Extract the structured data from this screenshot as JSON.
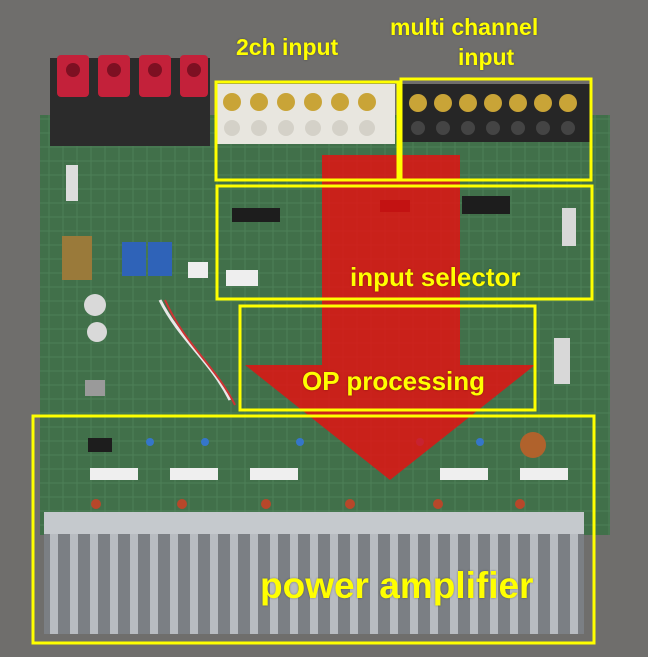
{
  "labels": {
    "two_ch_input": "2ch input",
    "multi_channel_input_line1": "multi channel",
    "multi_channel_input_line2": "input",
    "input_selector": "input selector",
    "op_processing": "OP processing",
    "power_amplifier": "power amplifier"
  },
  "colors": {
    "label": "#ffff00",
    "box_outline": "#ffff00",
    "flow_arrow": "#e81010",
    "pcb": "#3e6a45",
    "heatsink": "#a9aeb3",
    "background": "#6f6e6c"
  }
}
